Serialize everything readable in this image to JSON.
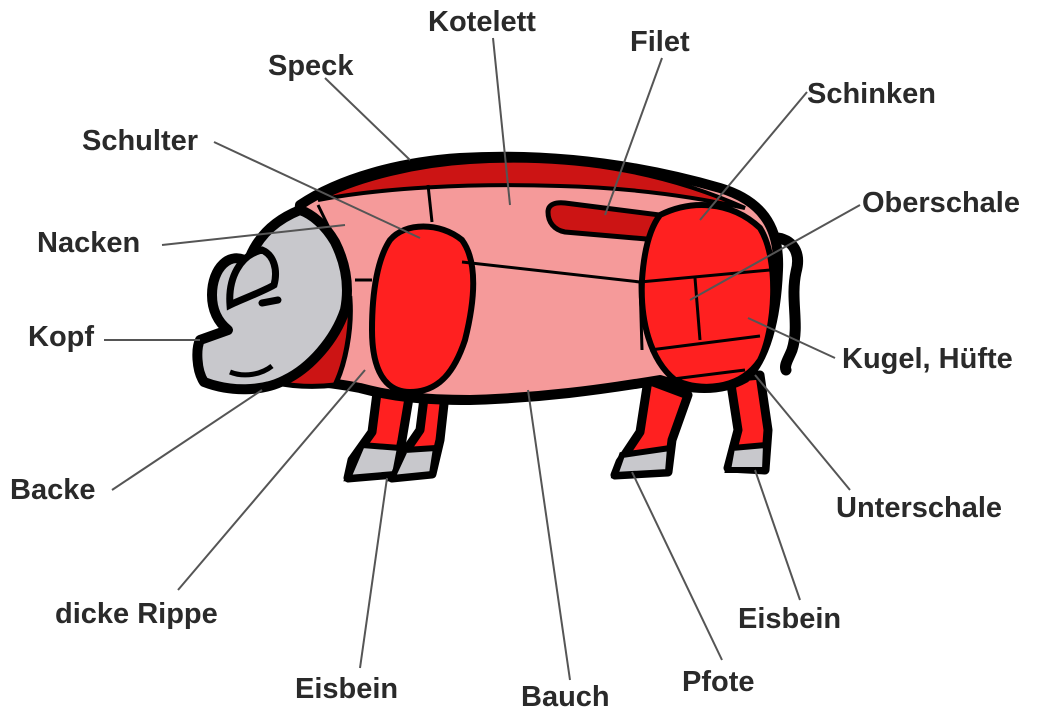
{
  "diagram": {
    "colors": {
      "outline": "#000000",
      "head_gray": "#c8c8cc",
      "light_red": "#f59a9a",
      "red": "#ff2020",
      "dark_red": "#cc1414",
      "leader": "#555555"
    },
    "labels": {
      "kotelett": "Kotelett",
      "filet": "Filet",
      "speck": "Speck",
      "schinken": "Schinken",
      "schulter": "Schulter",
      "oberschale": "Oberschale",
      "nacken": "Nacken",
      "kopf": "Kopf",
      "kugel_huefte": "Kugel, Hüfte",
      "backe": "Backe",
      "unterschale": "Unterschale",
      "dicke_rippe": "dicke Rippe",
      "eisbein_right": "Eisbein",
      "eisbein_left": "Eisbein",
      "pfote": "Pfote",
      "bauch": "Bauch"
    }
  }
}
